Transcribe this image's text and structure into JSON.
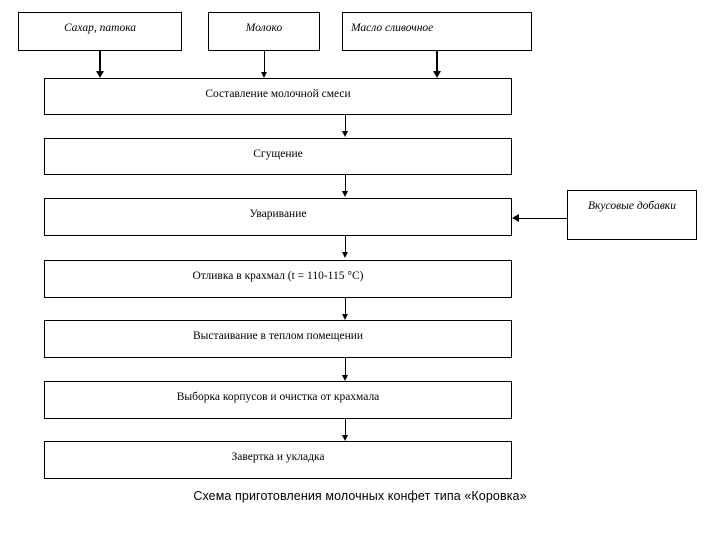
{
  "diagram": {
    "title": "Схема приготовления молочных конфет типа «Коровка»",
    "inputs": [
      {
        "label": "Сахар, патока"
      },
      {
        "label": "Молоко"
      },
      {
        "label": "Масло сливочное"
      }
    ],
    "steps": [
      {
        "label": "Составление молочной смеси"
      },
      {
        "label": "Сгущение"
      },
      {
        "label": "Уваривание"
      },
      {
        "label": "Отливка в крахмал (t = 110-115 °С)"
      },
      {
        "label": "Выстаивание в теплом помещении"
      },
      {
        "label": "Выборка корпусов и очистка от крахмала"
      },
      {
        "label": "Завертка и укладка"
      }
    ],
    "side_inputs": [
      {
        "label": "Вкусовые добавки"
      }
    ],
    "colors": {
      "stroke": "#000000",
      "fill": "#ffffff",
      "text": "#000000"
    }
  }
}
